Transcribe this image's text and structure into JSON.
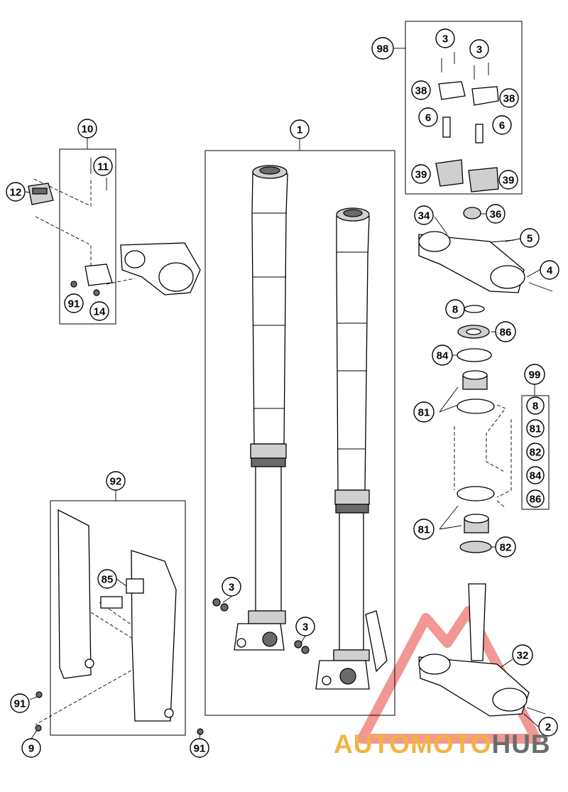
{
  "callouts": {
    "c1": "1",
    "c2": "2",
    "c3a": "3",
    "c3b": "3",
    "c3c": "3",
    "c3d": "3",
    "c4": "4",
    "c5": "5",
    "c6a": "6",
    "c6b": "6",
    "c8a": "8",
    "c9": "9",
    "c10": "10",
    "c11": "11",
    "c12": "12",
    "c14": "14",
    "c32": "32",
    "c34": "34",
    "c36": "36",
    "c38a": "38",
    "c38b": "38",
    "c39a": "39",
    "c39b": "39",
    "c81a": "81",
    "c81b": "81",
    "c82a": "82",
    "c84a": "84",
    "c85": "85",
    "c86a": "86",
    "c91a": "91",
    "c91b": "91",
    "c91c": "91",
    "c92": "92",
    "c98": "98",
    "c99": "99"
  },
  "kit99": {
    "items": [
      "8",
      "81",
      "82",
      "84",
      "86"
    ]
  },
  "watermark": {
    "auto": "AUTO",
    "moto": "MOTO",
    "hub": "HUB",
    "color_primary": "#f3b341",
    "color_secondary": "#6c6c6c",
    "triangle_color": "#e8413c"
  }
}
